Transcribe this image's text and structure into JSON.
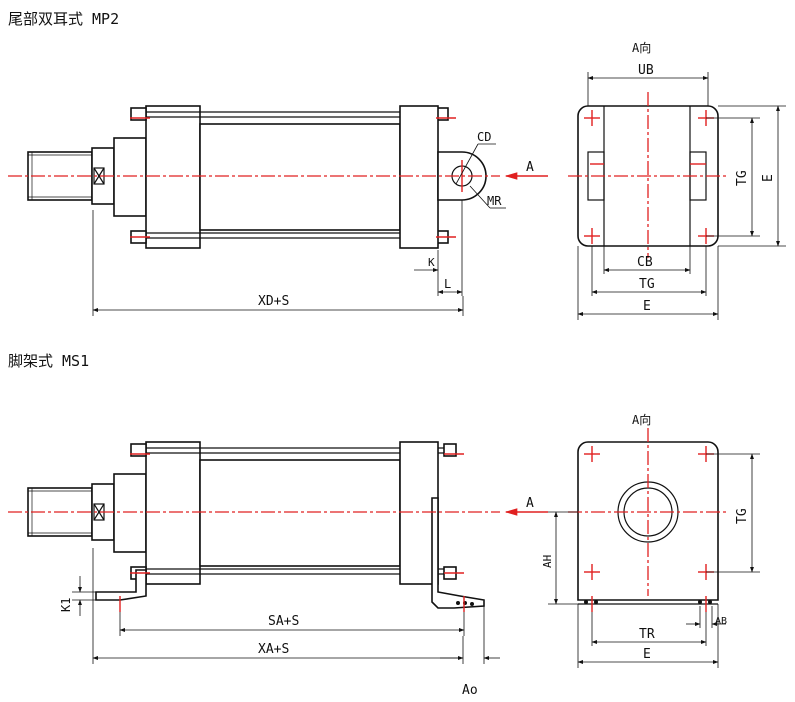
{
  "sections": {
    "mp2": {
      "title": "尾部双耳式 MP2",
      "view_label": "A向",
      "arrow_label": "A",
      "dims": {
        "cd": "CD",
        "mr": "MR",
        "k": "K",
        "l": "L",
        "xd": "XD+S",
        "ub": "UB",
        "tg_v": "TG",
        "e_v": "E",
        "cb": "CB",
        "tg_h": "TG",
        "e_h": "E"
      }
    },
    "ms1": {
      "title": "脚架式 MS1",
      "view_label": "A向",
      "arrow_label": "A",
      "dims": {
        "k1": "K1",
        "sa": "SA+S",
        "xa": "XA+S",
        "ao": "Ao",
        "ah": "AH",
        "tg_v": "TG",
        "tr": "TR",
        "ab": "AB",
        "e_h": "E"
      }
    }
  },
  "colors": {
    "outline": "#111111",
    "centerline": "#e02020"
  }
}
